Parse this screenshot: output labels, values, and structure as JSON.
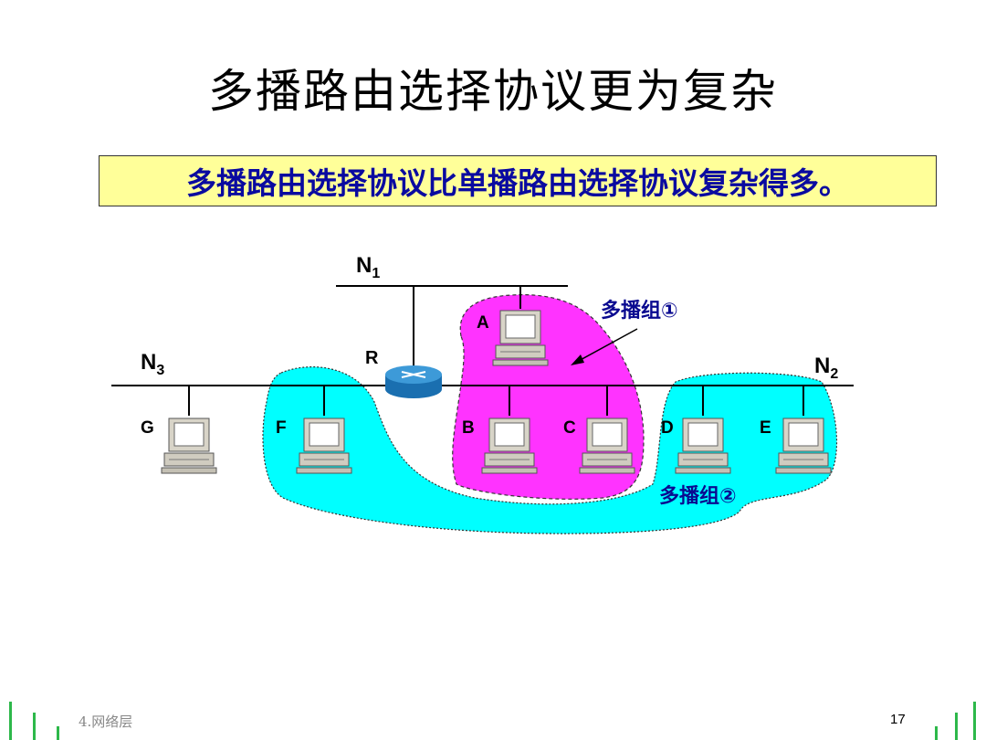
{
  "slide": {
    "title": "多播路由选择协议更为复杂",
    "callout": "多播路由选择协议比单播路由选择协议复杂得多。"
  },
  "diagram": {
    "networks": [
      {
        "id": "N1",
        "label": "N",
        "sub": "1"
      },
      {
        "id": "N2",
        "label": "N",
        "sub": "2"
      },
      {
        "id": "N3",
        "label": "N",
        "sub": "3"
      }
    ],
    "router_label": "R",
    "hosts": [
      "A",
      "B",
      "C",
      "D",
      "E",
      "F",
      "G"
    ],
    "groups": [
      {
        "label": "多播组①",
        "color": "#ff33ff"
      },
      {
        "label": "多播组②",
        "color": "#00ffff"
      }
    ]
  },
  "footer": {
    "chapter": "4.网络层",
    "page": "17",
    "accent": "#2db84a"
  }
}
